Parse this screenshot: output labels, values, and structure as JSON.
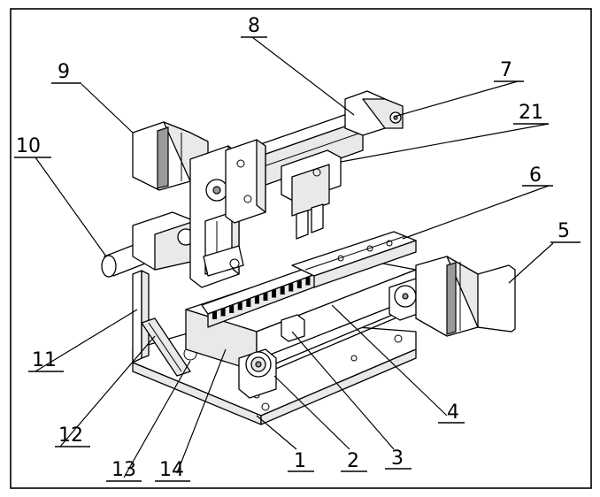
{
  "callouts": [
    {
      "id": "1",
      "label": "1"
    },
    {
      "id": "2",
      "label": "2"
    },
    {
      "id": "3",
      "label": "3"
    },
    {
      "id": "4",
      "label": "4"
    },
    {
      "id": "5",
      "label": "5"
    },
    {
      "id": "6",
      "label": "6"
    },
    {
      "id": "7",
      "label": "7"
    },
    {
      "id": "8",
      "label": "8"
    },
    {
      "id": "9",
      "label": "9"
    },
    {
      "id": "10",
      "label": "10"
    },
    {
      "id": "11",
      "label": "11"
    },
    {
      "id": "12",
      "label": "12"
    },
    {
      "id": "13",
      "label": "13"
    },
    {
      "id": "14",
      "label": "14"
    },
    {
      "id": "21",
      "label": "21"
    }
  ]
}
